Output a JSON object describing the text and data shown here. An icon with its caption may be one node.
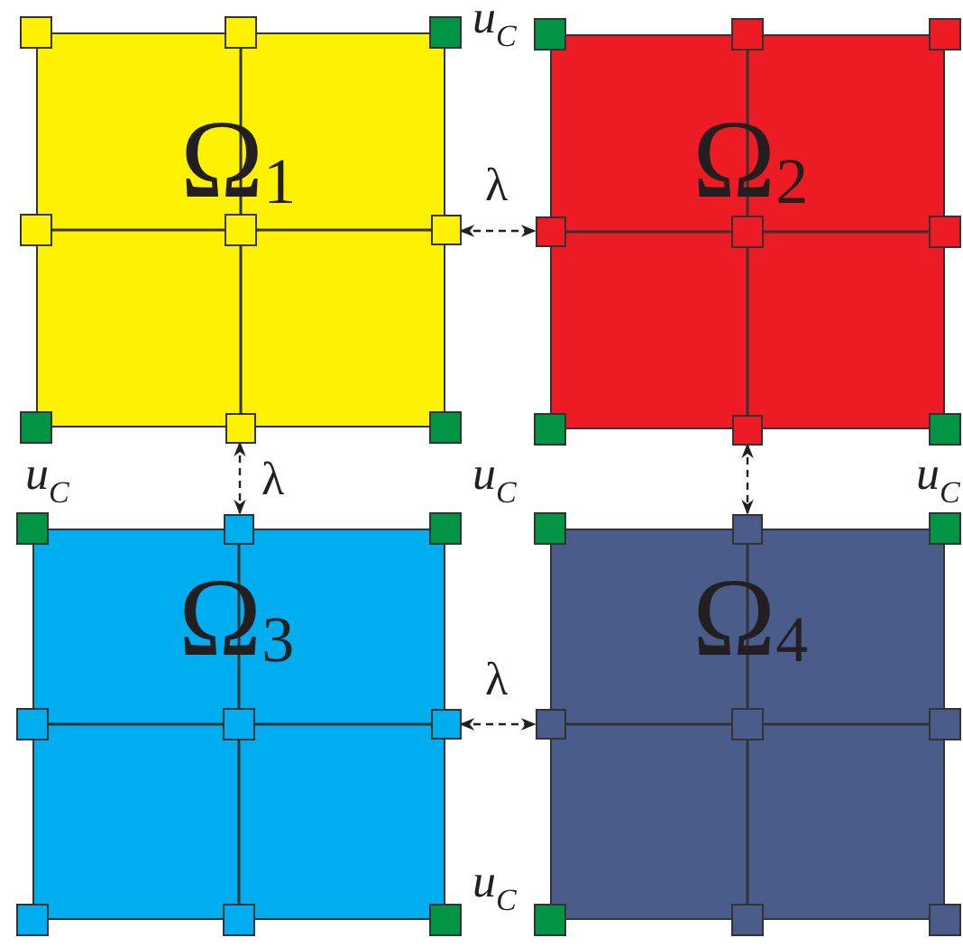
{
  "diagram": {
    "nodes": [
      {
        "text": [
          "Ω$_{1}$"
        ]
      },
      {
        "text": [],
        "shape": "box"
      },
      {
        "text": [],
        "shape": "box"
      },
      {
        "text": [
          "Ω$_{2}$"
        ]
      },
      {
        "text": [],
        "shape": "box"
      },
      {
        "text": [],
        "shape": "box"
      },
      {
        "text": [
          "Ω$_{3}$"
        ]
      },
      {
        "text": [],
        "shape": "box"
      },
      {
        "text": [],
        "shape": "box"
      },
      {
        "text": [
          "Ω$_{4}$"
        ]
      },
      {
        "text": [],
        "shape": "box"
      },
      {
        "text": [],
        "shape": "box"
      }
    ],
    "edges": [
      {
        "from": 1,
        "to": 4,
        "arrow": "both",
        "style": "dashed",
        "label": "λ"
      },
      {
        "from": 2,
        "to": 7,
        "arrow": "both",
        "style": "dashed",
        "label": "λ"
      },
      {
        "from": 5,
        "to": 10,
        "arrow": "both",
        "style": "dashed"
      },
      {
        "from": 8,
        "to": 11,
        "arrow": "both",
        "style": "dashed",
        "label": "λ"
      }
    ],
    "labels": [
      "u$_{C}$",
      "u$_{C}$",
      "u$_{C}$",
      "u$_{C}$",
      "u$_{C}$"
    ]
  }
}
